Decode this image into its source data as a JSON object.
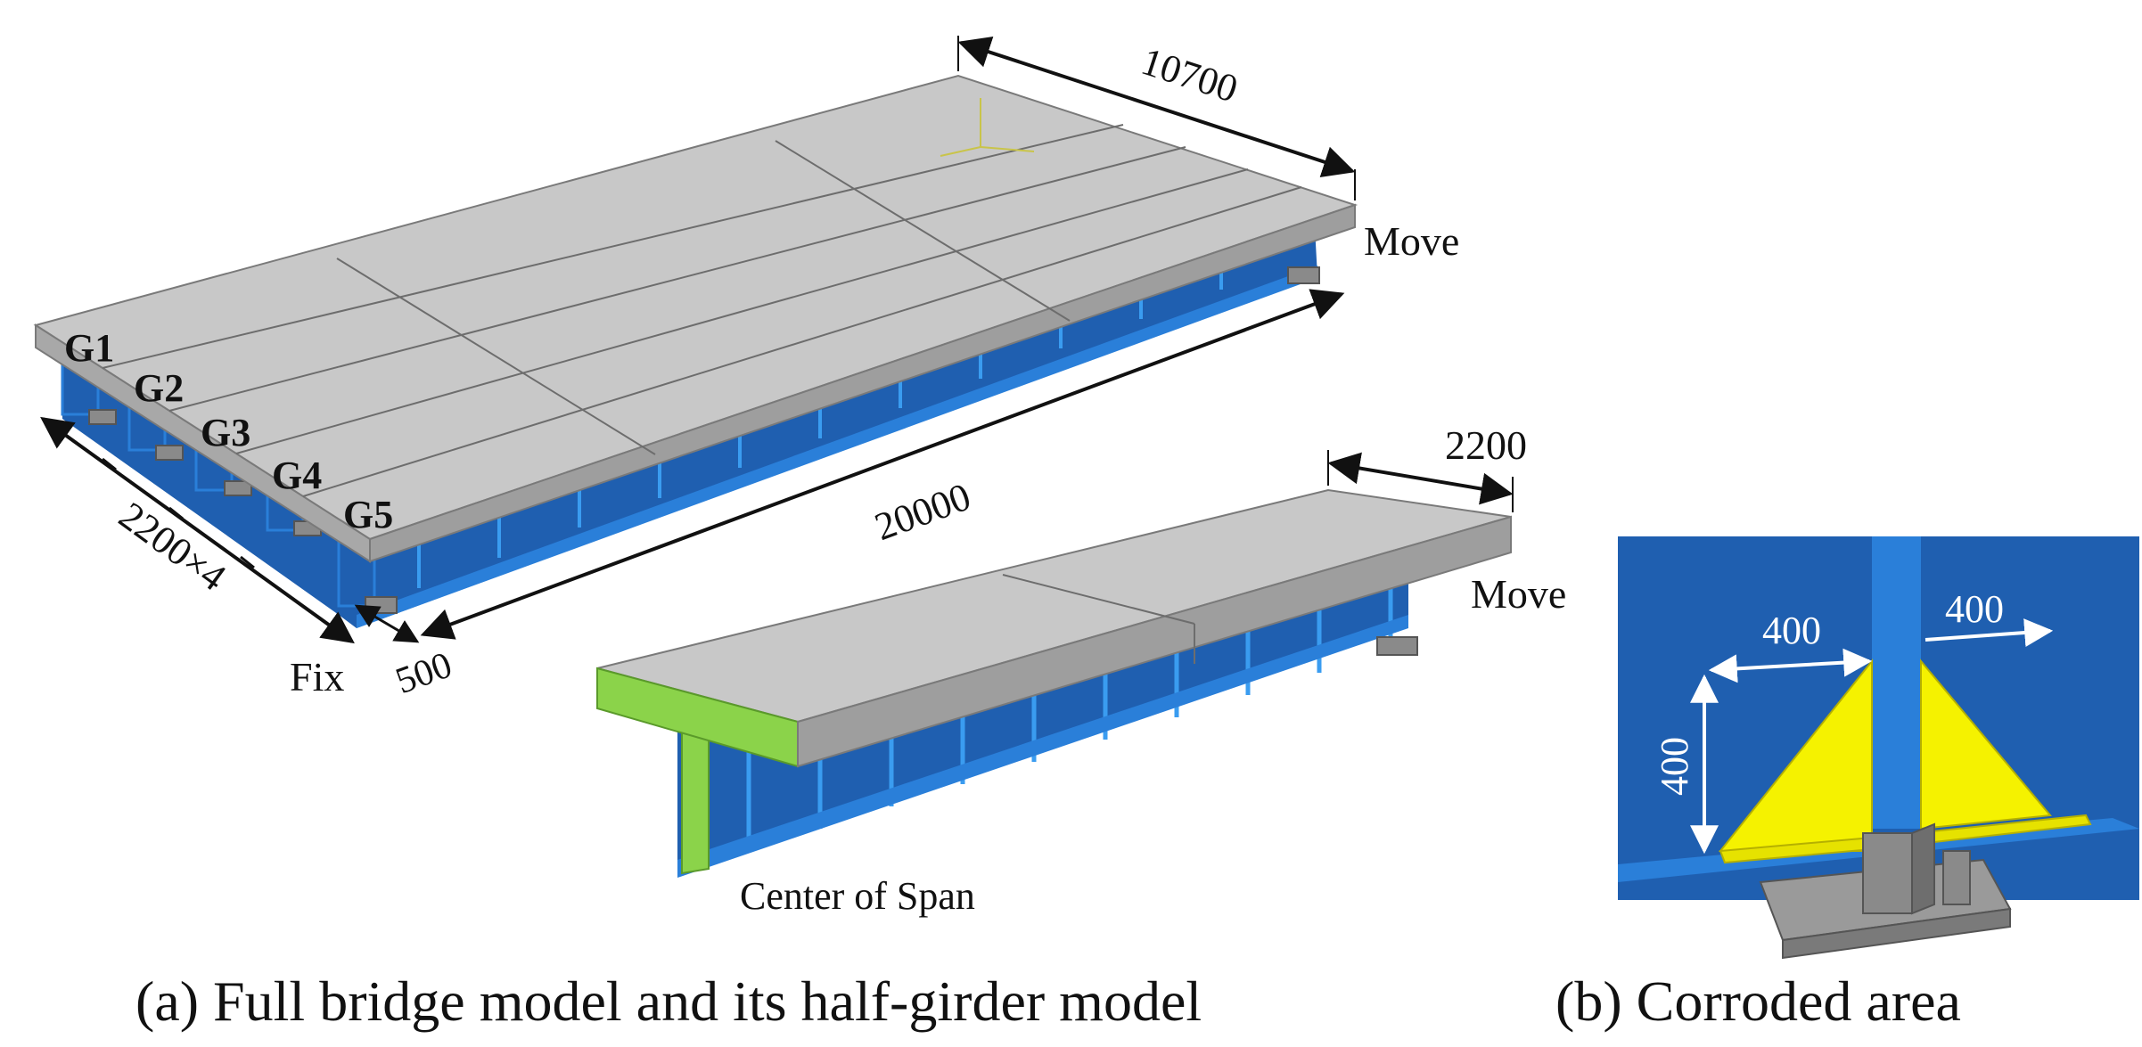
{
  "figure_a": {
    "caption": "(a) Full bridge model and its half-girder model",
    "dimensions": {
      "width_top": "10700",
      "span": "20000",
      "girder_spacing": "2200×4",
      "overhang": "500",
      "half_width": "2200"
    },
    "girders": [
      "G1",
      "G2",
      "G3",
      "G4",
      "G5"
    ],
    "supports": {
      "move_full": "Move",
      "fix": "Fix",
      "move_half": "Move"
    },
    "center_label": "Center of Span"
  },
  "figure_b": {
    "caption": "(b) Corroded area",
    "dim_left": "400",
    "dim_right": "400",
    "dim_vertical": "400"
  },
  "colors": {
    "deck_top": "#c8c8c8",
    "deck_side": "#9e9e9e",
    "girder": "#1f5fb0",
    "girder_light": "#2a7fd9",
    "stiffener": "#3a9cf0",
    "section_cut": "#8bd34a",
    "corrosion": "#f5f200",
    "support": "#8a8a8a"
  }
}
